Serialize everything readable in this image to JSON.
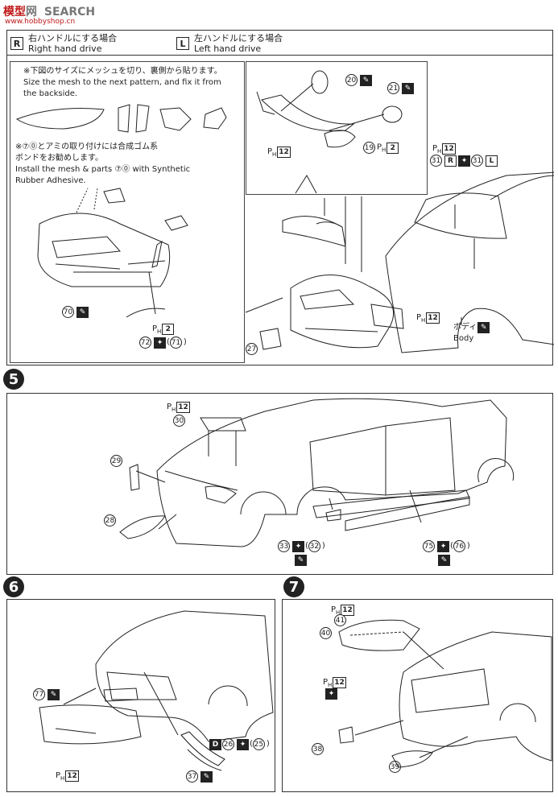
{
  "header": {
    "logo_cn": "模型",
    "logo_mid": "网",
    "logo_search": "SEARCH",
    "logo_sub": "www.hobbyshop.cn"
  },
  "drive": {
    "right_letter": "R",
    "right_jp": "右ハンドルにする場合",
    "right_en": "Right hand drive",
    "left_letter": "L",
    "left_jp": "左ハンドルにする場合",
    "left_en": "Left hand drive"
  },
  "top": {
    "mesh_note_jp1": "※下図のサイズにメッシュを切り、裏側から貼ります。",
    "mesh_note_en1": "Size the mesh to the next pattern, and fix it from",
    "mesh_note_en2": "the backside.",
    "install_note_jp1": "※⑦⓪とアミの取り付けには合成ゴム系",
    "install_note_jp2": "ボンドをお勧めします。",
    "install_note_en1": "Install the mesh & parts ⑦⓪ with Synthetic",
    "install_note_en2": "Rubber Adhesive.",
    "p70": "70",
    "ph2": "2",
    "p72": "72",
    "p71": "71",
    "p20": "20",
    "p21": "21",
    "p19": "19",
    "ph12a": "12",
    "ph2b": "2",
    "p31": "31",
    "p31b": "31",
    "ph12b": "12",
    "ph12c": "12",
    "p27": "27",
    "body_jp": "ボディ",
    "body_en": "Body"
  },
  "step5": {
    "num": "5",
    "ph12": "12",
    "p30": "30",
    "p29": "29",
    "p28": "28",
    "p33": "33",
    "p32": "32",
    "p75": "75",
    "p76": "76"
  },
  "step6": {
    "num": "6",
    "p77": "77",
    "ph12": "12",
    "d": "D",
    "p26": "26",
    "p25": "25",
    "p37": "37"
  },
  "step7": {
    "num": "7",
    "ph12a": "12",
    "p41": "41",
    "p40": "40",
    "ph12b": "12",
    "p38": "38",
    "p39": "39"
  },
  "prefix": {
    "ph": "P",
    "ph_sub": "H"
  }
}
